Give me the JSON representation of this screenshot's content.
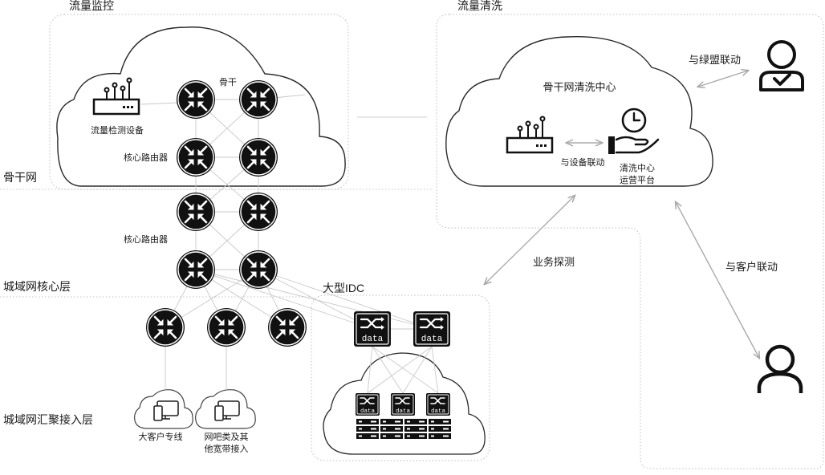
{
  "regions": {
    "monitoring": "流量监控",
    "scrubbing": "流量清洗",
    "backbone": "骨干网",
    "metro_core": "城域网核心层",
    "metro_access": "城域网汇聚接入层",
    "idc": "大型IDC"
  },
  "labels": {
    "backbone_small": "骨干",
    "detector": "流量检测设备",
    "core_router_top": "核心路由器",
    "core_router_mid": "核心路由器",
    "scrub_center": "骨干网清洗中心",
    "device_link": "与设备联动",
    "ops_platform": "清洗中心\n运营平台",
    "green_alliance": "与绿盟联动",
    "business_probe": "业务探测",
    "customer_link": "与客户联动",
    "big_customer": "大客户专线",
    "netcafe": "网吧类及其\n他宽带接入"
  },
  "icons": {
    "router": "router-icon",
    "switch": "data-switch-icon",
    "server": "server-rack-icon",
    "detector": "detector-device-icon",
    "ops": "clock-hand-icon",
    "person": "person-icon",
    "verified_person": "verified-person-icon",
    "monitor": "monitor-icon"
  },
  "switch_text": "data"
}
